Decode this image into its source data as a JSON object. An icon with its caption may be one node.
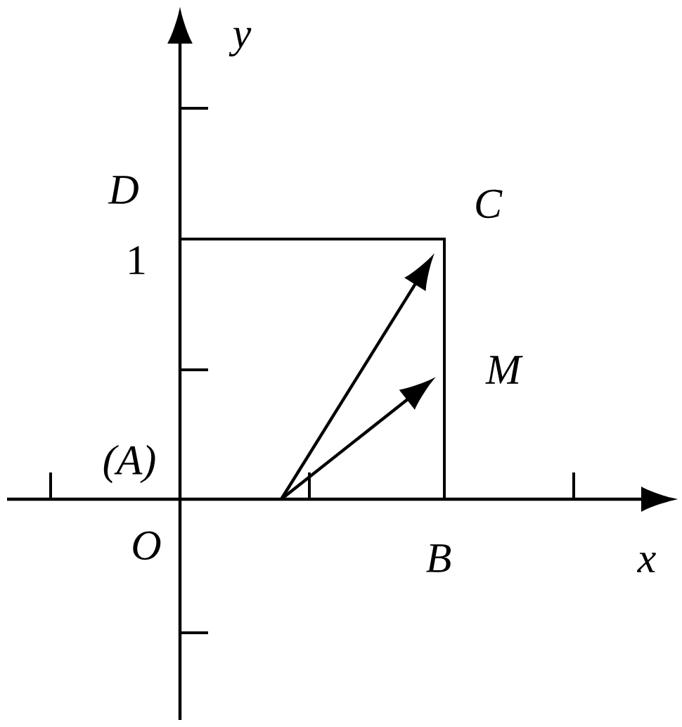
{
  "diagram": {
    "nodes": [
      {
        "text": [
          "C"
        ]
      },
      {
        "text": [
          "M"
        ]
      }
    ],
    "edges": [
      {
        "from": null,
        "to": 0,
        "arrow": "to"
      },
      {
        "from": null,
        "to": 1,
        "arrow": "to"
      }
    ],
    "labels": [
      "y",
      "D",
      "1",
      "(A)",
      "O",
      "B",
      "x"
    ]
  }
}
